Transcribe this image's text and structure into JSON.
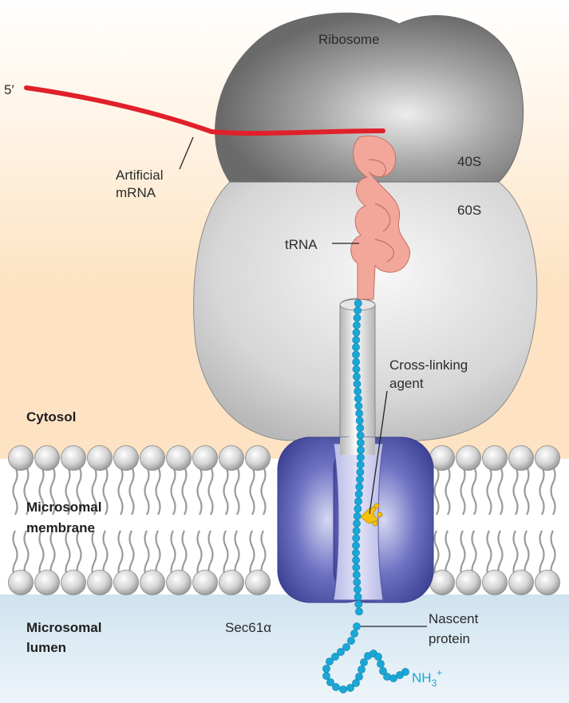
{
  "labels": {
    "ribosome": "Ribosome",
    "five_prime": "5′",
    "artificial": "Artificial",
    "mrna": "mRNA",
    "s40": "40S",
    "s60": "60S",
    "trna": "tRNA",
    "crosslinking": "Cross-linking",
    "agent": "agent",
    "cytosol": "Cytosol",
    "microsomal": "Microsomal",
    "membrane": "membrane",
    "lumen_microsomal": "Microsomal",
    "lumen": "lumen",
    "sec61": "Sec61α",
    "nascent": "Nascent",
    "protein": "protein",
    "nh3": "NH",
    "nh3_sub": "3",
    "nh3_sup": "+"
  },
  "colors": {
    "mrna": "#e0202a",
    "trna": "#f2a79a",
    "nascent_protein": "#1aa7d6",
    "sec61": "#4a4fa3",
    "cross_linker": "#f4c20d",
    "cytosol_bg": "#fde6c9",
    "lumen_bg": "#dceaf3"
  }
}
